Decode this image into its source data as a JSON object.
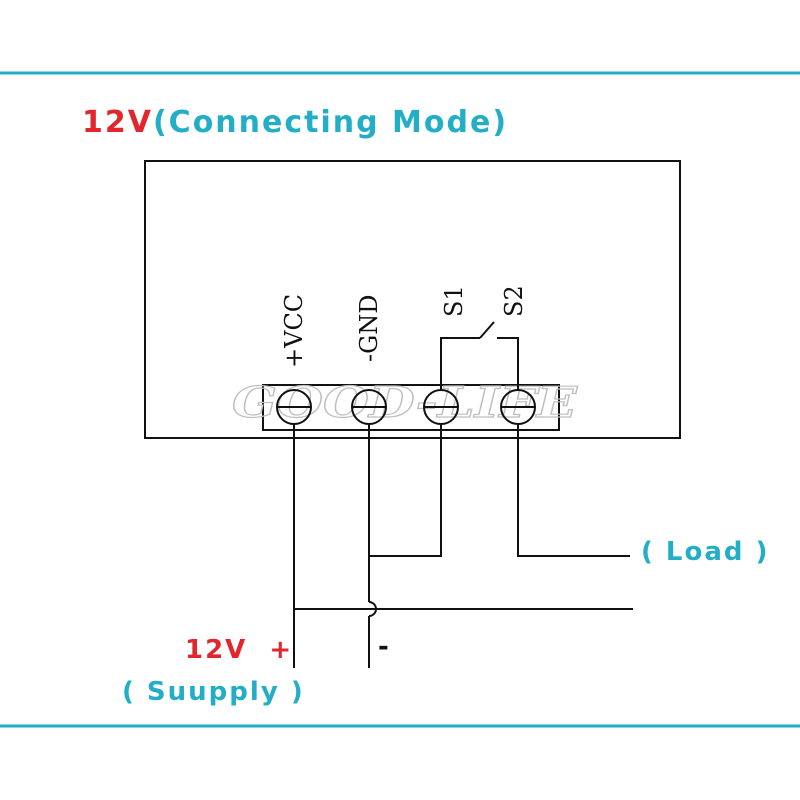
{
  "colors": {
    "accent": "#21aec6",
    "red": "#e1262d",
    "line": "#111111",
    "watermark": "#bfbfbf"
  },
  "title": {
    "prefix": "12V",
    "rest": "(Connecting  Mode)"
  },
  "terminals": [
    {
      "id": "vcc",
      "label": "+VCC"
    },
    {
      "id": "gnd",
      "label": "-GND"
    },
    {
      "id": "s1",
      "label": "S1"
    },
    {
      "id": "s2",
      "label": "S2"
    }
  ],
  "watermark": "GOOD-LIFE",
  "load_label": "( Load )",
  "supply": {
    "voltage": "12V",
    "plus": "+",
    "minus": "-",
    "label": "( Suupply )"
  }
}
